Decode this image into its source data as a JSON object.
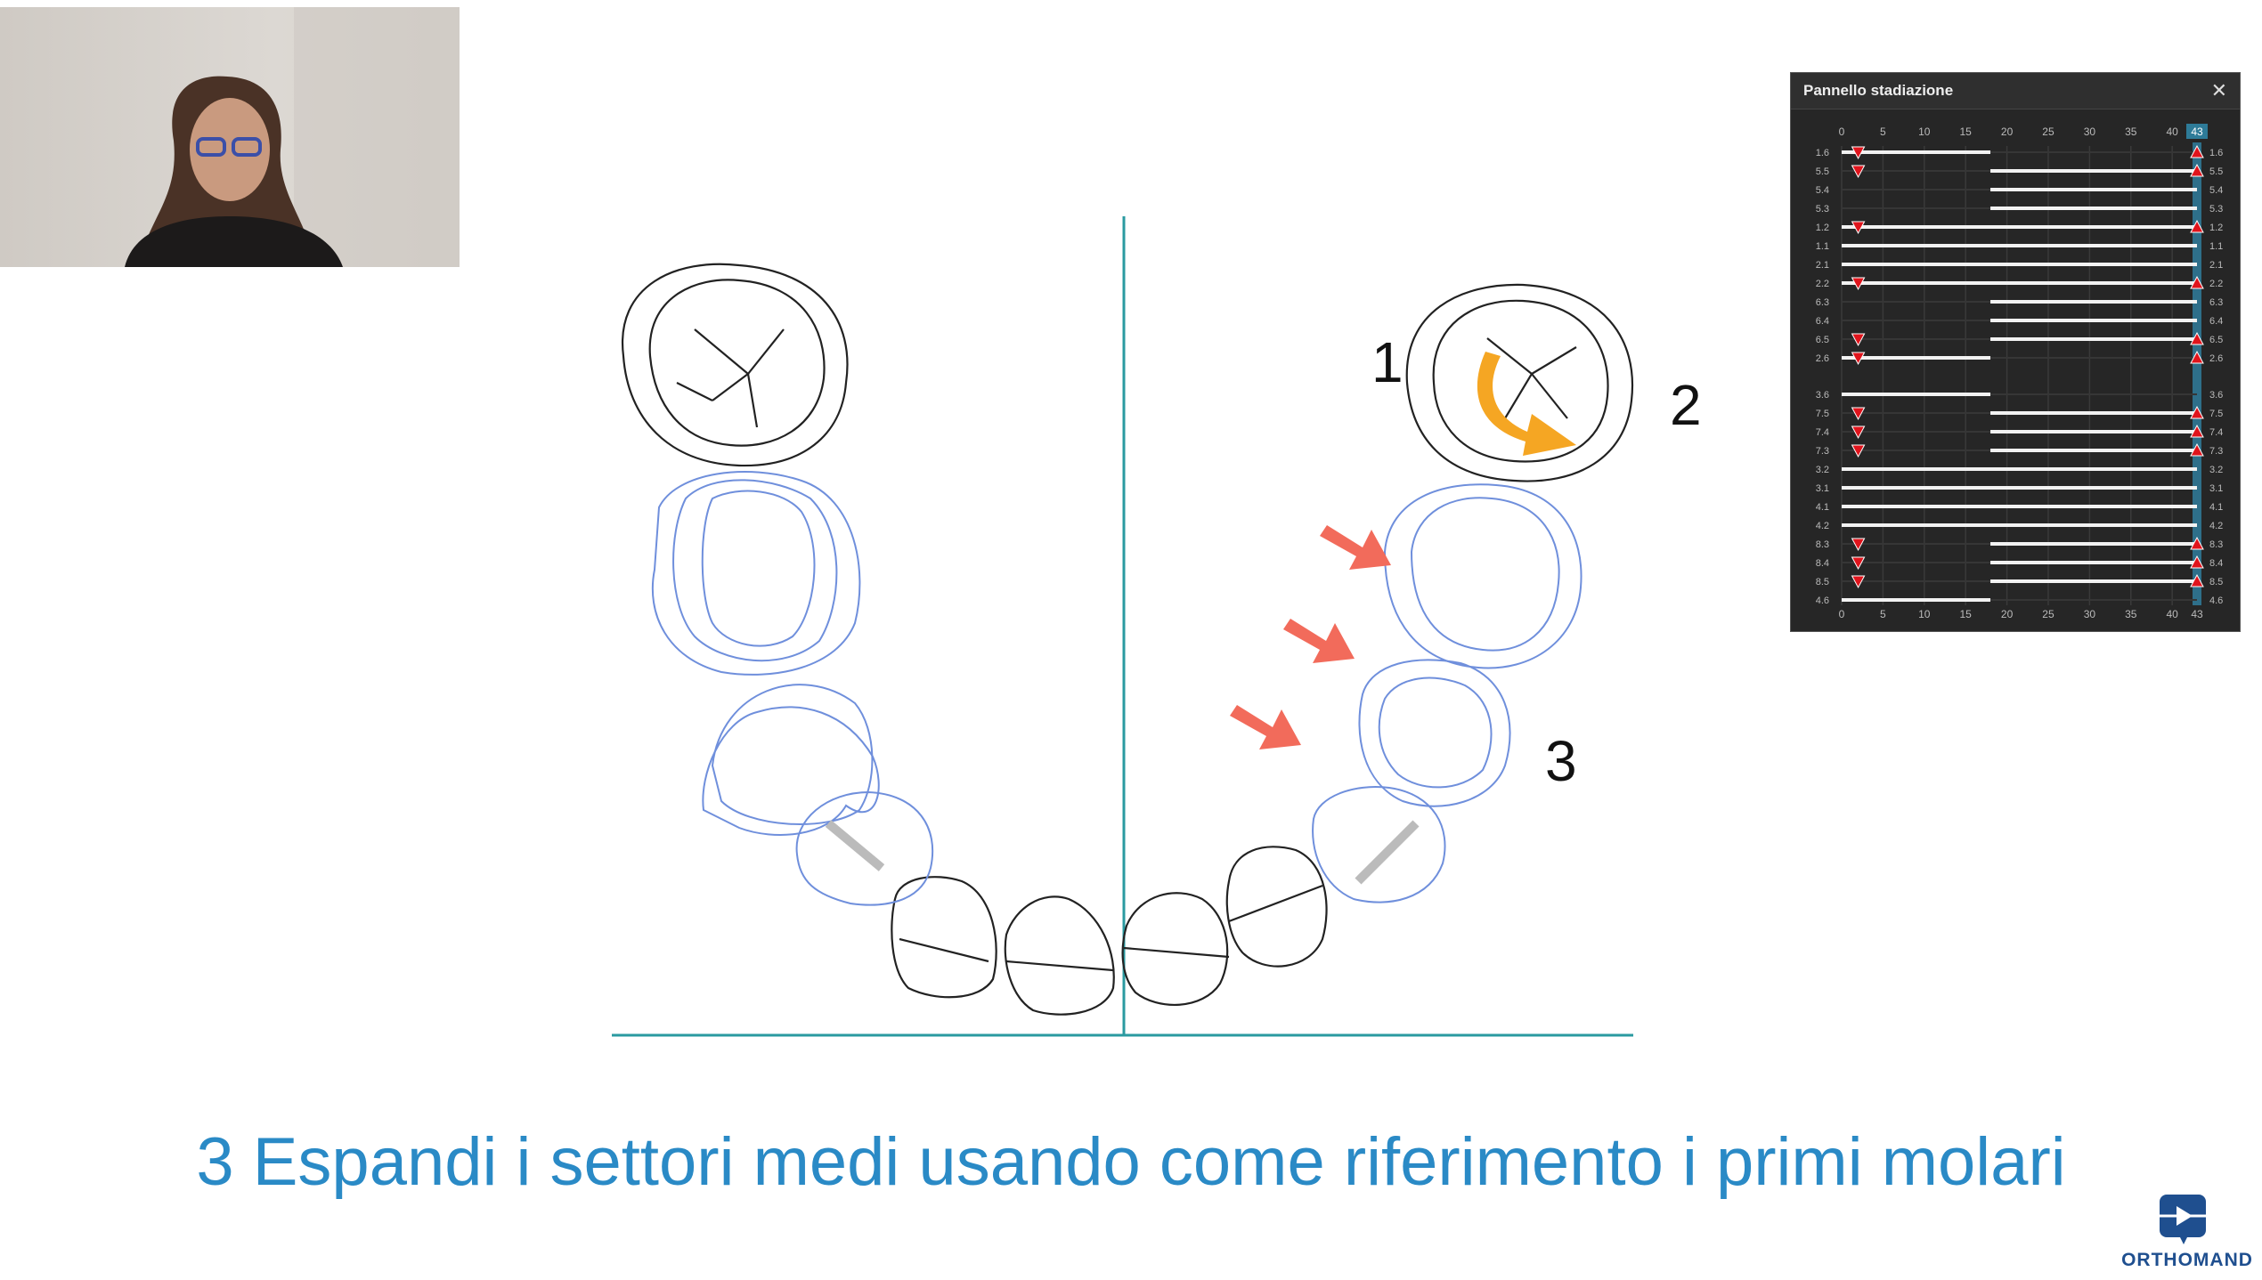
{
  "slide": {
    "caption": "3 Espandi i settori medi usando come riferimento i primi molari",
    "labels": [
      "1",
      "2",
      "3"
    ],
    "brand": "ORTHOMAND",
    "colors": {
      "caption": "#2a8ac6",
      "axis": "#2a9aa0",
      "arrow_red": "#f26b5b",
      "arrow_yellow": "#f5a623",
      "tooth_blue": "#6f8fdc"
    }
  },
  "webcam": {
    "icon": "presenter-video"
  },
  "panel": {
    "title": "Pannello stadiazione",
    "close_icon": "close-icon",
    "current_stage": "43",
    "max_stage": 43,
    "ticks": [
      "0",
      "5",
      "10",
      "15",
      "20",
      "25",
      "30",
      "35",
      "40"
    ],
    "rows_upper": [
      {
        "tooth": "1.6",
        "segments": [
          [
            0,
            18
          ]
        ],
        "markers": true
      },
      {
        "tooth": "5.5",
        "segments": [
          [
            18,
            43
          ]
        ],
        "markers": true
      },
      {
        "tooth": "5.4",
        "segments": [
          [
            18,
            43
          ]
        ],
        "markers": false
      },
      {
        "tooth": "5.3",
        "segments": [
          [
            18,
            43
          ]
        ],
        "markers": false
      },
      {
        "tooth": "1.2",
        "segments": [
          [
            0,
            43
          ]
        ],
        "markers": true
      },
      {
        "tooth": "1.1",
        "segments": [
          [
            0,
            43
          ]
        ],
        "markers": false
      },
      {
        "tooth": "2.1",
        "segments": [
          [
            0,
            43
          ]
        ],
        "markers": false
      },
      {
        "tooth": "2.2",
        "segments": [
          [
            0,
            43
          ]
        ],
        "markers": true
      },
      {
        "tooth": "6.3",
        "segments": [
          [
            18,
            43
          ]
        ],
        "markers": false
      },
      {
        "tooth": "6.4",
        "segments": [
          [
            18,
            43
          ]
        ],
        "markers": false
      },
      {
        "tooth": "6.5",
        "segments": [
          [
            18,
            43
          ]
        ],
        "markers": true
      },
      {
        "tooth": "2.6",
        "segments": [
          [
            0,
            18
          ]
        ],
        "markers": true
      }
    ],
    "rows_lower": [
      {
        "tooth": "3.6",
        "segments": [
          [
            0,
            18
          ]
        ],
        "markers": false
      },
      {
        "tooth": "7.5",
        "segments": [
          [
            18,
            43
          ]
        ],
        "markers": true
      },
      {
        "tooth": "7.4",
        "segments": [
          [
            18,
            43
          ]
        ],
        "markers": true
      },
      {
        "tooth": "7.3",
        "segments": [
          [
            18,
            43
          ]
        ],
        "markers": true
      },
      {
        "tooth": "3.2",
        "segments": [
          [
            0,
            43
          ]
        ],
        "markers": false
      },
      {
        "tooth": "3.1",
        "segments": [
          [
            0,
            43
          ]
        ],
        "markers": false
      },
      {
        "tooth": "4.1",
        "segments": [
          [
            0,
            43
          ]
        ],
        "markers": false
      },
      {
        "tooth": "4.2",
        "segments": [
          [
            0,
            43
          ]
        ],
        "markers": false
      },
      {
        "tooth": "8.3",
        "segments": [
          [
            18,
            43
          ]
        ],
        "markers": true
      },
      {
        "tooth": "8.4",
        "segments": [
          [
            18,
            43
          ]
        ],
        "markers": true
      },
      {
        "tooth": "8.5",
        "segments": [
          [
            18,
            43
          ]
        ],
        "markers": true
      },
      {
        "tooth": "4.6",
        "segments": [
          [
            0,
            18
          ]
        ],
        "markers": false
      }
    ],
    "marker_start": 2,
    "marker_end": 43
  }
}
